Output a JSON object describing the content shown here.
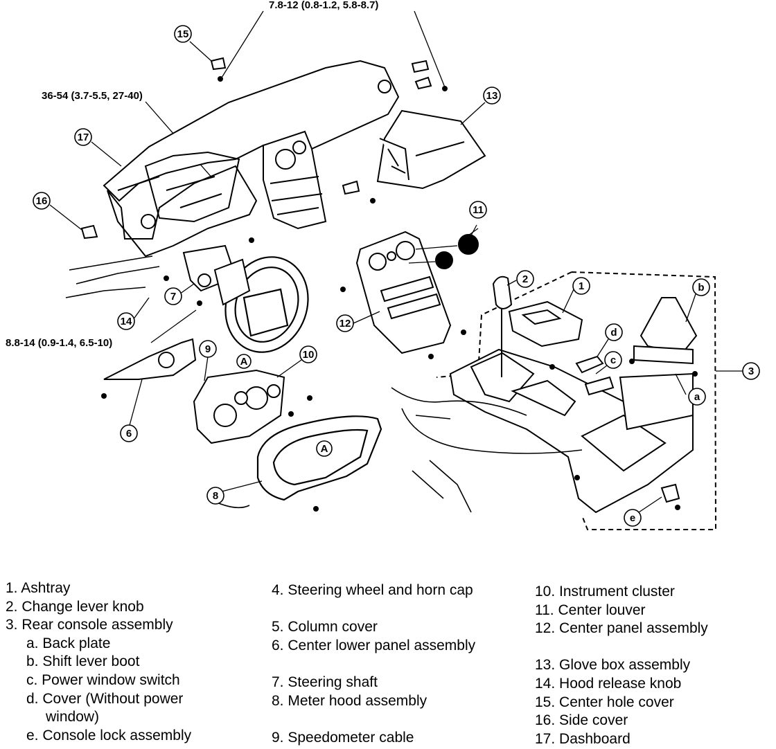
{
  "torque_specs": {
    "top": "7.8-12 (0.8-1.2, 5.8-8.7)",
    "left_mid": "36-54 (3.7-5.5, 27-40)",
    "left_low": "8.8-14 (0.9-1.4, 6.5-10)"
  },
  "callouts": {
    "c1": "1",
    "c2": "2",
    "c3": "3",
    "c6": "6",
    "c7": "7",
    "c8": "8",
    "c9": "9",
    "c10": "10",
    "c11": "11",
    "c12": "12",
    "c13": "13",
    "c14": "14",
    "c15": "15",
    "c16": "16",
    "c17": "17",
    "ca": "a",
    "cb": "b",
    "cc": "c",
    "cd": "d",
    "ce": "e",
    "A1": "A",
    "A2": "A"
  },
  "legend": {
    "col1": [
      "1. Ashtray",
      "2. Change lever knob",
      "3. Rear console assembly",
      "a. Back plate",
      "b. Shift lever boot",
      "c. Power window switch",
      "d. Cover (Without power",
      "window)",
      "e. Console lock assembly"
    ],
    "col2": [
      "4. Steering wheel and horn cap",
      "5. Column cover",
      "6. Center lower panel assembly",
      "7. Steering shaft",
      "8. Meter hood assembly",
      "9. Speedometer cable"
    ],
    "col3": [
      "10. Instrument cluster",
      "11. Center louver",
      "12. Center panel assembly",
      "13. Glove box assembly",
      "14. Hood release knob",
      "15. Center hole cover",
      "16. Side cover",
      "17. Dashboard"
    ]
  }
}
